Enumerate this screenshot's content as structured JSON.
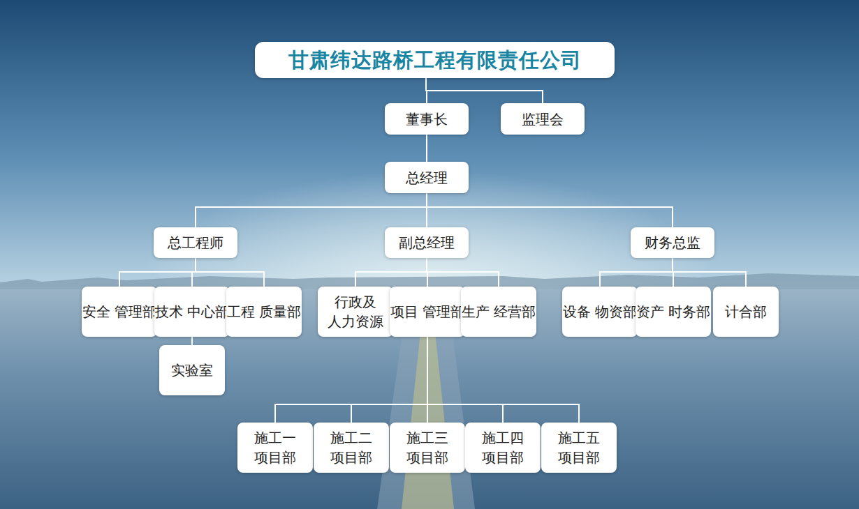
{
  "diagram": {
    "nodes": [
      {
        "text": [
          "甘肃纬达路桥工程有限责任公司"
        ]
      },
      {
        "text": [
          "董事长"
        ]
      },
      {
        "text": [
          "监理会"
        ]
      },
      {
        "text": [
          "总经理"
        ]
      },
      {
        "text": [
          "总工程师"
        ]
      },
      {
        "text": [
          "副总经理"
        ]
      },
      {
        "text": [
          "财务总监"
        ]
      },
      {
        "text": [
          "安全 管理部"
        ]
      },
      {
        "text": [
          "技术 中心部"
        ]
      },
      {
        "text": [
          "工程 质量部"
        ]
      },
      {
        "text": [
          "行政及 人力资源"
        ]
      },
      {
        "text": [
          "项目 管理部"
        ]
      },
      {
        "text": [
          "生产 经营部"
        ]
      },
      {
        "text": [
          "设备 物资部"
        ]
      },
      {
        "text": [
          "资产 时务部"
        ]
      },
      {
        "text": [
          "计合部"
        ]
      },
      {
        "text": [
          "实验室"
        ]
      },
      {
        "text": [
          "施工一 项目部"
        ]
      },
      {
        "text": [
          "施工二 项目部"
        ]
      },
      {
        "text": [
          "施工三 项目部"
        ]
      },
      {
        "text": [
          "施工四 项目部"
        ]
      },
      {
        "text": [
          "施工五 项目部"
        ]
      }
    ],
    "edges": [
      {
        "from": 0,
        "to": 1,
        "arrow": "none"
      },
      {
        "from": 0,
        "to": 2,
        "arrow": "none"
      },
      {
        "from": 1,
        "to": 3,
        "arrow": "none"
      },
      {
        "from": 3,
        "to": 4,
        "arrow": "none"
      },
      {
        "from": 3,
        "to": 5,
        "arrow": "none"
      },
      {
        "from": 3,
        "to": 6,
        "arrow": "none"
      },
      {
        "from": 4,
        "to": 7,
        "arrow": "none"
      },
      {
        "from": 4,
        "to": 8,
        "arrow": "none"
      },
      {
        "from": 4,
        "to": 9,
        "arrow": "none"
      },
      {
        "from": 5,
        "to": 10,
        "arrow": "none"
      },
      {
        "from": 5,
        "to": 11,
        "arrow": "none"
      },
      {
        "from": 5,
        "to": 12,
        "arrow": "none"
      },
      {
        "from": 6,
        "to": 13,
        "arrow": "none"
      },
      {
        "from": 6,
        "to": 14,
        "arrow": "none"
      },
      {
        "from": 6,
        "to": 15,
        "arrow": "none"
      },
      {
        "from": 8,
        "to": 16,
        "arrow": "none"
      },
      {
        "from": 11,
        "to": 17,
        "arrow": "none"
      },
      {
        "from": 11,
        "to": 18,
        "arrow": "none"
      },
      {
        "from": 11,
        "to": 19,
        "arrow": "none"
      },
      {
        "from": 11,
        "to": 20,
        "arrow": "none"
      },
      {
        "from": 11,
        "to": 21,
        "arrow": "none"
      }
    ]
  }
}
